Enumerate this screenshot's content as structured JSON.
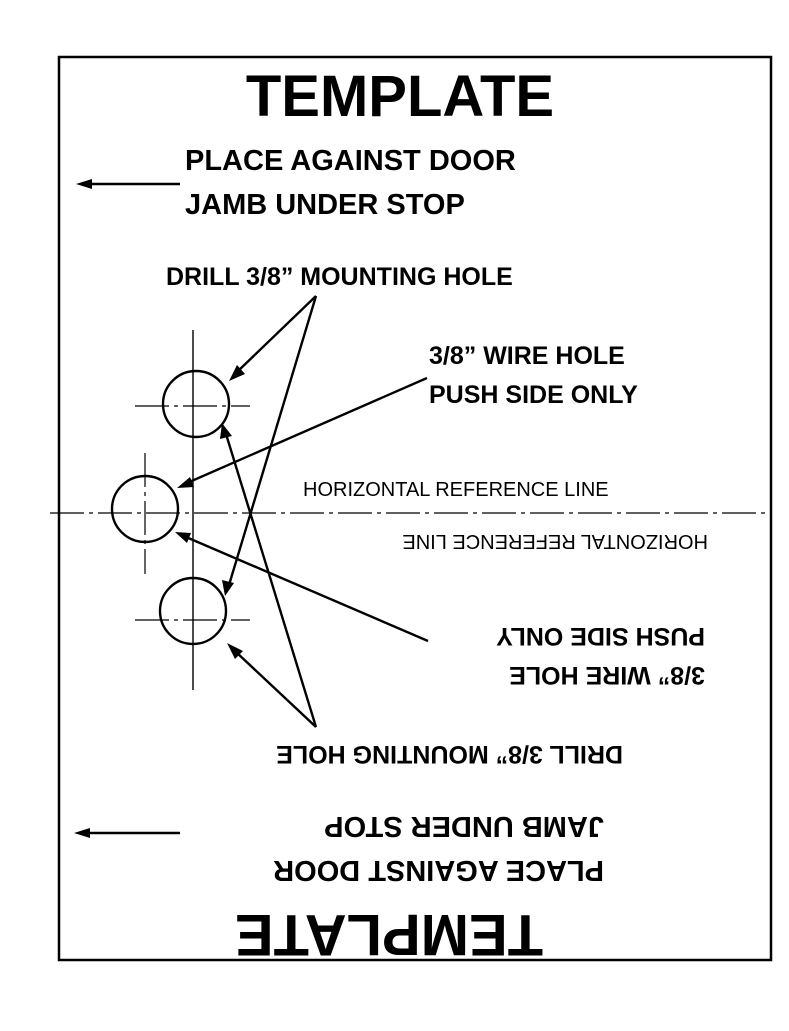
{
  "top": {
    "title": "TEMPLATE",
    "place_line1": "PLACE AGAINST DOOR",
    "place_line2": "JAMB UNDER STOP",
    "drill_label": "DRILL 3/8” MOUNTING HOLE",
    "wire_line1": "3/8” WIRE HOLE",
    "wire_line2": "PUSH SIDE ONLY",
    "reference_label": "HORIZONTAL REFERENCE LINE"
  },
  "bottom": {
    "reference_label": "HORIZONTAL REFERENCE LINE",
    "wire_line1": "3/8” WIRE HOLE",
    "wire_line2": "PUSH SIDE ONLY",
    "drill_label": "DRILL 3/8” MOUNTING HOLE",
    "place_line1": "PLACE AGAINST DOOR",
    "place_line2": "JAMB UNDER STOP",
    "title": "TEMPLATE"
  }
}
